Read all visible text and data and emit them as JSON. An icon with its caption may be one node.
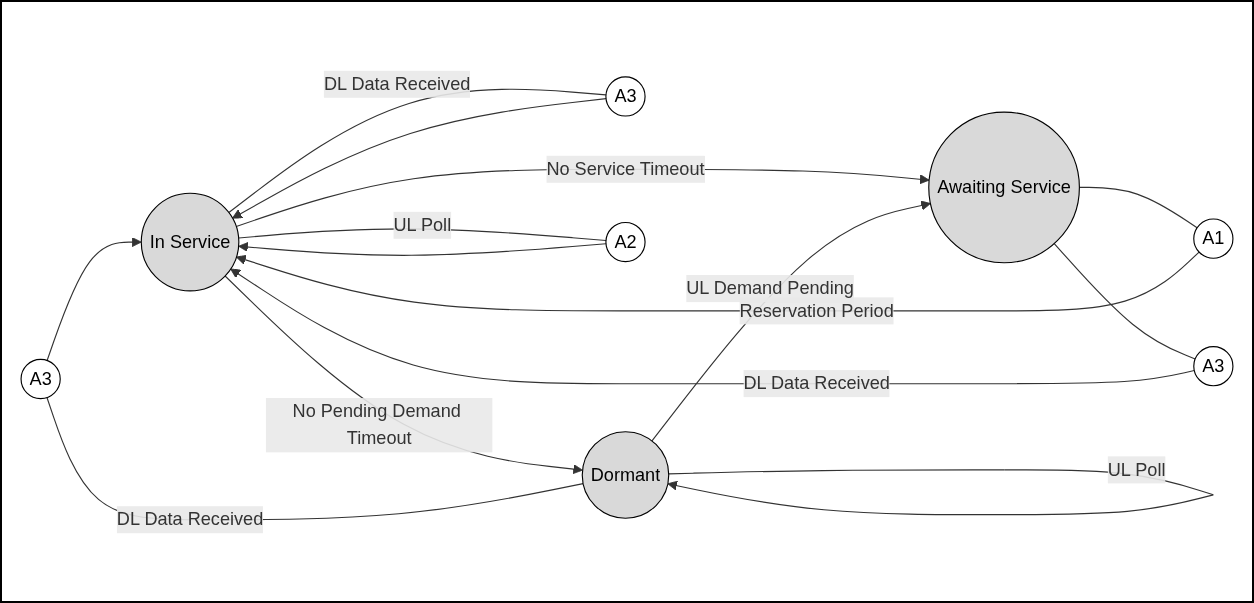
{
  "diagram": {
    "nodes": [
      {
        "text": [
          "A3"
        ]
      },
      {
        "text": [
          "A3"
        ]
      },
      {
        "text": [
          "In Service"
        ]
      },
      {
        "text": [
          "Awaiting Service"
        ]
      },
      {
        "text": [
          "Dormant"
        ]
      },
      {
        "text": [
          "A2"
        ]
      },
      {
        "text": [
          "A1"
        ]
      },
      {
        "text": [
          "A3"
        ]
      }
    ],
    "edges": [
      {
        "from": 4,
        "to": 0,
        "arrow": "none",
        "label": "DL Data Received"
      },
      {
        "from": 0,
        "to": 2,
        "arrow": "to"
      },
      {
        "from": 2,
        "to": 4,
        "arrow": "to",
        "label": "No Pending Demand Timeout"
      },
      {
        "from": 2,
        "to": 3,
        "arrow": "to",
        "label": "No Service Timeout"
      },
      {
        "from": 2,
        "to": 1,
        "arrow": "none",
        "label": "DL Data Received"
      },
      {
        "from": 1,
        "to": 2,
        "arrow": "to"
      },
      {
        "from": 2,
        "to": 5,
        "arrow": "none",
        "label": "UL Poll"
      },
      {
        "from": 5,
        "to": 2,
        "arrow": "to"
      },
      {
        "from": 3,
        "to": 6,
        "arrow": "none"
      },
      {
        "from": 6,
        "to": 2,
        "arrow": "to",
        "label": "Reservation Period"
      },
      {
        "from": 3,
        "to": 7,
        "arrow": "none"
      },
      {
        "from": 7,
        "to": 2,
        "arrow": "to",
        "label": "DL Data Received"
      },
      {
        "from": 4,
        "to": 3,
        "arrow": "to",
        "label": "UL Demand Pending"
      },
      {
        "from": 4,
        "to": 4,
        "arrow": "to",
        "label": "UL Poll"
      }
    ]
  }
}
